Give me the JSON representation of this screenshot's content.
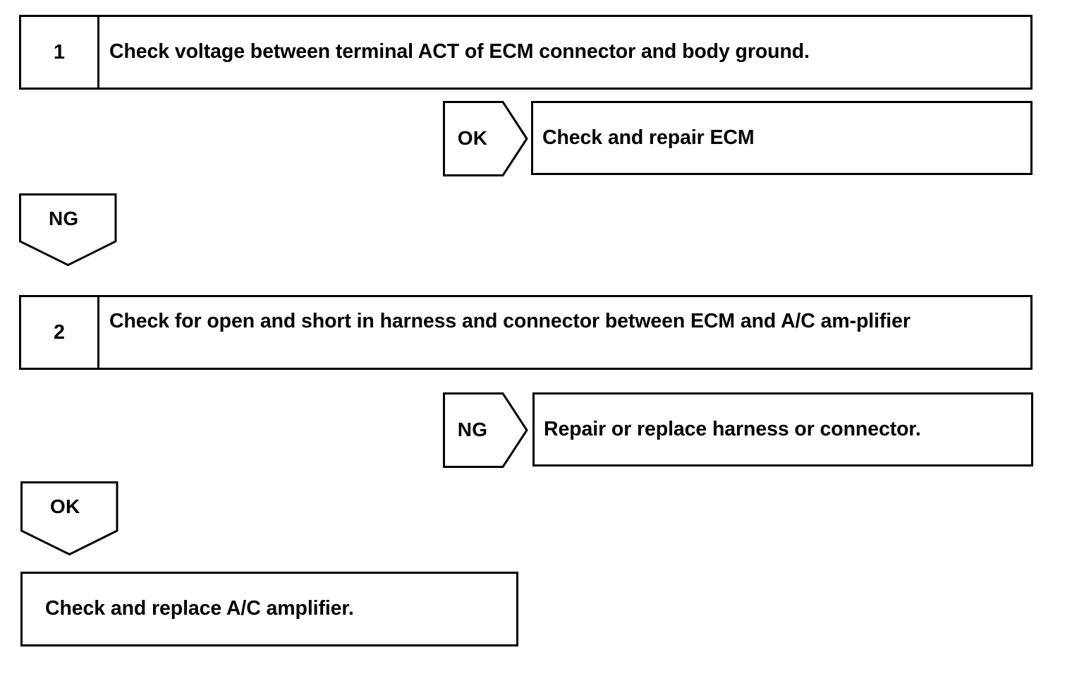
{
  "diagram": {
    "type": "troubleshooting-flowchart",
    "title": "",
    "ink_color": "#000000",
    "background_color": "#ffffff",
    "steps": [
      {
        "number": "1",
        "text": "Check voltage between terminal ACT of ECM connector and body ground."
      },
      {
        "number": "2",
        "text": "Check for open and short in harness and connector between ECM and A/C am-plifier"
      }
    ],
    "judgements": [
      {
        "label": "OK",
        "direction": "right",
        "from_step": "1"
      },
      {
        "label": "NG",
        "direction": "down",
        "from_step": "1"
      },
      {
        "label": "NG",
        "direction": "right",
        "from_step": "2"
      },
      {
        "label": "OK",
        "direction": "down",
        "from_step": "2"
      }
    ],
    "results": [
      {
        "text": "Check and repair ECM"
      },
      {
        "text": "Repair or replace harness or connector."
      },
      {
        "text": "Check and replace A/C amplifier."
      }
    ]
  }
}
